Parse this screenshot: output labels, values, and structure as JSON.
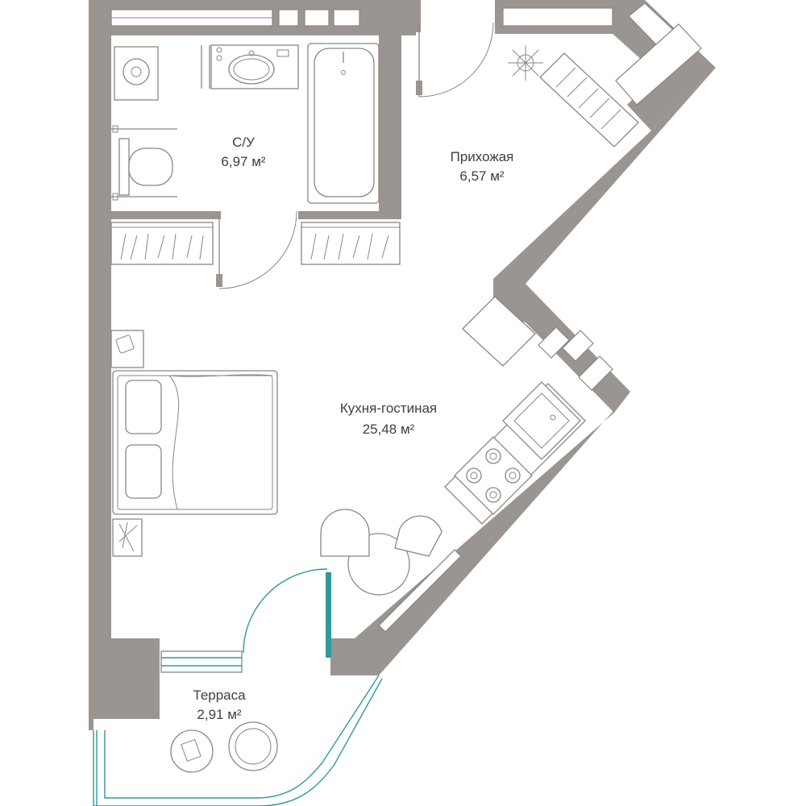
{
  "plan": {
    "rooms": [
      {
        "name": "С/У",
        "area": "6,97 м²"
      },
      {
        "name": "Прихожая",
        "area": "6,57 м²"
      },
      {
        "name": "Кухня-гостиная",
        "area": "25,48 м²"
      },
      {
        "name": "Терраса",
        "area": "2,91 м²"
      }
    ],
    "colors": {
      "wall": "#9a9591",
      "line": "#8a8682",
      "glazing": "#2e9a9e",
      "text": "#3c3f44",
      "background": "#ffffff"
    }
  }
}
